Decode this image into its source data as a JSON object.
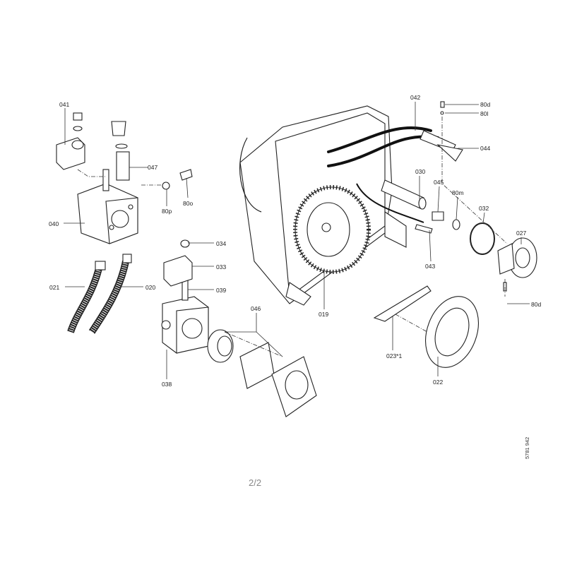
{
  "labels": {
    "p041": "041",
    "p047": "047",
    "p040": "040",
    "p80p": "80p",
    "p80o": "80o",
    "p021": "021",
    "p020": "020",
    "p034": "034",
    "p033": "033",
    "p039": "039",
    "p038": "038",
    "p046": "046",
    "p042": "042",
    "p80d_top": "80d",
    "p80l": "80l",
    "p044": "044",
    "p030": "030",
    "p045": "045",
    "p80m": "80m",
    "p032": "032",
    "p027": "027",
    "p043": "043",
    "p019": "019",
    "p80d_bottom": "80d",
    "p023": "023*1",
    "p022": "022"
  },
  "page_indicator": "2/2",
  "document_number": "5781 942"
}
